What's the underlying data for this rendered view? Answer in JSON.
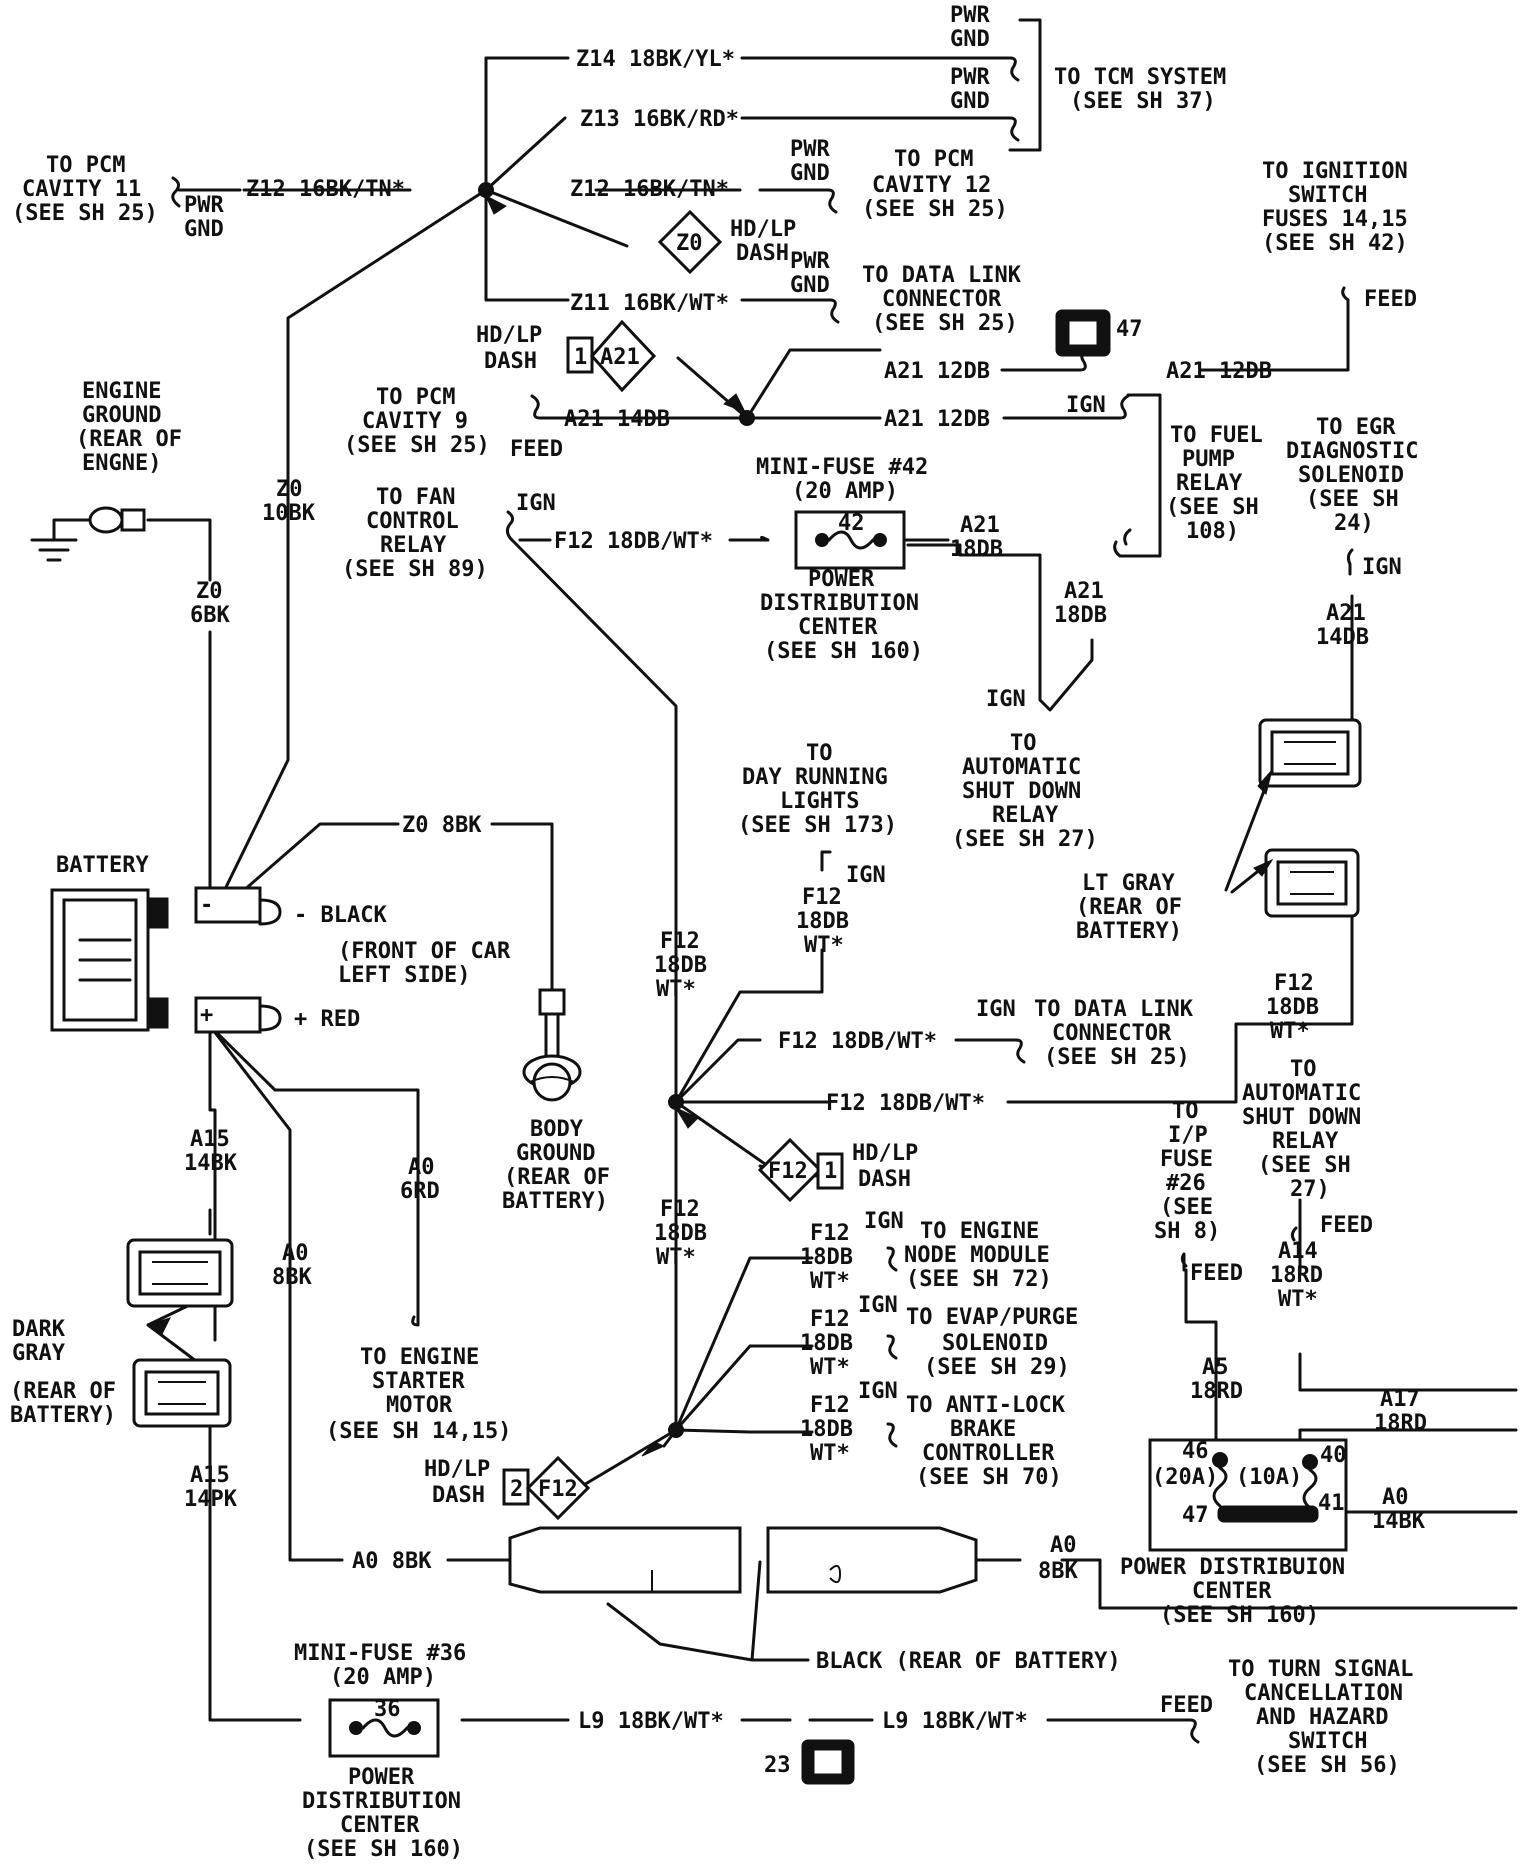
{
  "labels": {
    "pwr_gnd_1a": "PWR",
    "pwr_gnd_1b": "GND",
    "pwr_gnd_2a": "PWR",
    "pwr_gnd_2b": "GND",
    "pwr_gnd_3a": "PWR",
    "pwr_gnd_3b": "GND",
    "pwr_gnd_4a": "PWR",
    "pwr_gnd_4b": "GND",
    "pwr_gnd_5a": "PWR",
    "pwr_gnd_5b": "GND",
    "z14": "Z14 18BK/YL*",
    "z13": "Z13 16BK/RD*",
    "z12_left": "Z12 16BK/TN*",
    "z12_right": "Z12 16BK/TN*",
    "z11": "Z11 16BK/WT*",
    "tcm_1": "TO TCM SYSTEM",
    "tcm_2": "(SEE SH 37)",
    "pcm11_1": "TO PCM",
    "pcm11_2": "CAVITY 11",
    "pcm11_3": "(SEE SH 25)",
    "pcm12_1": "TO PCM",
    "pcm12_2": "CAVITY 12",
    "pcm12_3": "(SEE SH 25)",
    "hdlp_z0_1": "HD/LP",
    "hdlp_z0_2": "DASH",
    "z0_diamond": "Z0",
    "dlc1_1": "TO DATA LINK",
    "dlc1_2": "CONNECTOR",
    "dlc1_3": "(SEE SH 25)",
    "ign_sw_1": "TO IGNITION",
    "ign_sw_2": "SWITCH",
    "ign_sw_3": "FUSES 14,15",
    "ign_sw_4": "(SEE SH 42)",
    "feed_1": "FEED",
    "conn47": "47",
    "hdlp_a21_1": "HD/LP",
    "hdlp_a21_2": "DASH",
    "a21_diamond": "A21",
    "a21_pin": "1",
    "a21_12db_1": "A21 12DB",
    "a21_12db_2": "A21 12DB",
    "a21_12db_3": "A21 12DB",
    "pcm9_1": "TO PCM",
    "pcm9_2": "CAVITY 9",
    "pcm9_3": "(SEE SH 25)",
    "a21_14db": "A21 14DB",
    "feed_2": "FEED",
    "ign_1": "IGN",
    "fuel_1": "TO FUEL",
    "fuel_2": "PUMP",
    "fuel_3": "RELAY",
    "fuel_4": "(SEE SH",
    "fuel_5": "108)",
    "egr_1": "TO EGR",
    "egr_2": "DIAGNOSTIC",
    "egr_3": "SOLENOID",
    "egr_4": "(SEE SH",
    "egr_5": "24)",
    "eng_gnd_1": "ENGINE",
    "eng_gnd_2": "GROUND",
    "eng_gnd_3": "(REAR OF",
    "eng_gnd_4": "ENGNE)",
    "fan_1": "TO FAN",
    "fan_2": "CONTROL",
    "fan_3": "RELAY",
    "fan_4": "(SEE SH 89)",
    "ign_2": "IGN",
    "f12_fan": "F12 18DB/WT*",
    "mf42_1": "MINI-FUSE #42",
    "mf42_2": "(20 AMP)",
    "mf42_num": "42",
    "a21_18db_1a": "A21",
    "a21_18db_1b": "18DB",
    "a21_18db_2a": "A21",
    "a21_18db_2b": "18DB",
    "pdc1_1": "POWER",
    "pdc1_2": "DISTRIBUTION",
    "pdc1_3": "CENTER",
    "pdc1_4": "(SEE SH 160)",
    "z0_10bk_a": "Z0",
    "z0_10bk_b": "10BK",
    "z0_6bk_a": "Z0",
    "z0_6bk_b": "6BK",
    "ign_egr": "IGN",
    "a21_14db_a": "A21",
    "a21_14db_b": "14DB",
    "ign_asd": "IGN",
    "asd1_1": "TO",
    "asd1_2": "AUTOMATIC",
    "asd1_3": "SHUT DOWN",
    "asd1_4": "RELAY",
    "asd1_5": "(SEE SH 27)",
    "drl_1": "TO",
    "drl_2": "DAY RUNNING",
    "drl_3": "LIGHTS",
    "drl_4": "(SEE SH 173)",
    "ign_drl": "IGN",
    "f12_drl_a": "F12",
    "f12_drl_b": "18DB",
    "f12_drl_c": "WT*",
    "z0_8bk": "Z0 8BK",
    "battery": "BATTERY",
    "neg": "-",
    "pos": "+",
    "black_term": "- BLACK",
    "red_term": "+ RED",
    "front_1": "(FRONT OF CAR",
    "front_2": "LEFT SIDE)",
    "ltgray_1": "LT GRAY",
    "ltgray_2": "(REAR OF",
    "ltgray_3": "BATTERY)",
    "f12_main_a": "F12",
    "f12_main_b": "18DB",
    "f12_main_c": "WT*",
    "f12_right_a": "F12",
    "f12_right_b": "18DB",
    "f12_right_c": "WT*",
    "ign_dlc2": "IGN",
    "dlc2_1": "TO DATA LINK",
    "dlc2_2": "CONNECTOR",
    "dlc2_3": "(SEE SH 25)",
    "f12_dlc2": "F12 18DB/WT*",
    "f12_long": "F12 18DB/WT*",
    "body_gnd_1": "BODY",
    "body_gnd_2": "GROUND",
    "body_gnd_3": "(REAR OF",
    "body_gnd_4": "BATTERY)",
    "a15_14bk_a": "A15",
    "a15_14bk_b": "14BK",
    "a0_6rd_a": "A0",
    "a0_6rd_b": "6RD",
    "a0_8bk_a": "A0",
    "a0_8bk_b": "8BK",
    "hdlp_f12_1": "HD/LP",
    "hdlp_f12_2": "DASH",
    "f12_diamond_1": "F12",
    "f12_pin_1": "1",
    "f12_main2_a": "F12",
    "f12_main2_b": "18DB",
    "f12_main2_c": "WT*",
    "to_ipfuse_1": "TO",
    "to_ipfuse_2": "I/P",
    "to_ipfuse_3": "FUSE",
    "to_ipfuse_4": "#26",
    "to_ipfuse_5": "(SEE",
    "to_ipfuse_6": "SH 8)",
    "feed_ip": "FEED",
    "asd2_1": "TO",
    "asd2_2": "AUTOMATIC",
    "asd2_3": "SHUT DOWN",
    "asd2_4": "RELAY",
    "asd2_5": "(SEE SH",
    "asd2_6": "27)",
    "feed_asd2": "FEED",
    "a14_a": "A14",
    "a14_b": "18RD",
    "a14_c": "WT*",
    "dark_1": "DARK",
    "dark_2": "GRAY",
    "dark_3": "(REAR OF",
    "dark_4": "BATTERY)",
    "f12_enm_a": "F12",
    "f12_enm_b": "18DB",
    "f12_enm_c": "WT*",
    "ign_enm": "IGN",
    "enm_1": "TO ENGINE",
    "enm_2": "NODE MODULE",
    "enm_3": "(SEE SH 72)",
    "f12_evap_a": "F12",
    "f12_evap_b": "18DB",
    "f12_evap_c": "WT*",
    "ign_evap": "IGN",
    "evap_1": "TO EVAP/PURGE",
    "evap_2": "SOLENOID",
    "evap_3": "(SEE SH 29)",
    "f12_abs_a": "F12",
    "f12_abs_b": "18DB",
    "f12_abs_c": "WT*",
    "ign_abs": "IGN",
    "abs_1": "TO ANTI-LOCK",
    "abs_2": "BRAKE",
    "abs_3": "CONTROLLER",
    "abs_4": "(SEE SH 70)",
    "starter_1": "TO ENGINE",
    "starter_2": "STARTER",
    "starter_3": "MOTOR",
    "starter_4": "(SEE SH 14,15)",
    "hdlp_f12b_1": "HD/LP",
    "hdlp_f12b_2": "DASH",
    "f12_diamond_2": "F12",
    "f12_pin_2": "2",
    "a15_14pk_a": "A15",
    "a15_14pk_b": "14PK",
    "a5_a": "A5",
    "a5_b": "18RD",
    "a17_a": "A17",
    "a17_b": "18RD",
    "pdc2_46": "46",
    "pdc2_40": "40",
    "pdc2_20a": "(20A)",
    "pdc2_10a": "(10A)",
    "pdc2_41": "41",
    "pdc2_47": "47",
    "a0_14bk_a": "A0",
    "a0_14bk_b": "14BK",
    "pdc2_1": "POWER DISTRIBUION",
    "pdc2_2": "CENTER",
    "pdc2_3": "(SEE SH 160)",
    "a0_8bk_left": "A0 8BK",
    "a0_8bk_r_a": "A0",
    "a0_8bk_r_b": "8BK",
    "black_rear": "BLACK (REAR OF BATTERY)",
    "mf36_1": "MINI-FUSE #36",
    "mf36_2": "(20 AMP)",
    "mf36_num": "36",
    "l9_1": "L9 18BK/WT*",
    "l9_2": "L9 18BK/WT*",
    "feed_l9": "FEED",
    "turn_1": "TO TURN SIGNAL",
    "turn_2": "CANCELLATION",
    "turn_3": "AND HAZARD",
    "turn_4": "SWITCH",
    "turn_5": "(SEE SH 56)",
    "conn23": "23",
    "pdc3_1": "POWER",
    "pdc3_2": "DISTRIBUTION",
    "pdc3_3": "CENTER",
    "pdc3_4": "(SEE SH 160)"
  }
}
